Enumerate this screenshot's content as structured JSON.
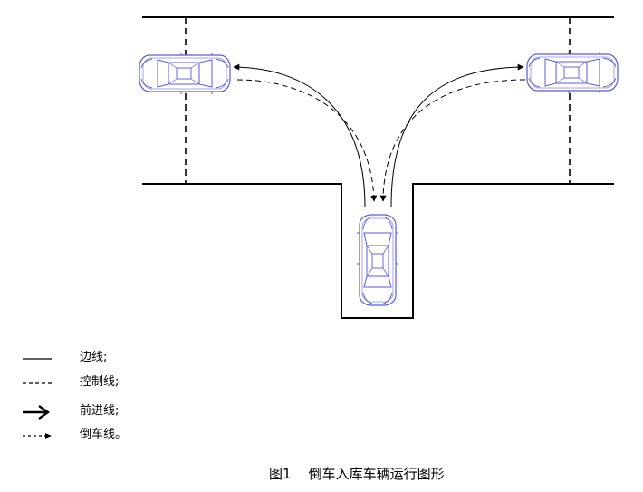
{
  "legend": {
    "items": [
      {
        "key": "edge",
        "label": "边线;"
      },
      {
        "key": "control",
        "label": "控制线;"
      },
      {
        "key": "forward",
        "label": "前进线;"
      },
      {
        "key": "reverse",
        "label": "倒车线。"
      }
    ]
  },
  "caption": {
    "figure_no": "图1",
    "title": "倒车入库车辆运行图形"
  },
  "colors": {
    "line": "#000000",
    "car": "#5b5bd6"
  }
}
